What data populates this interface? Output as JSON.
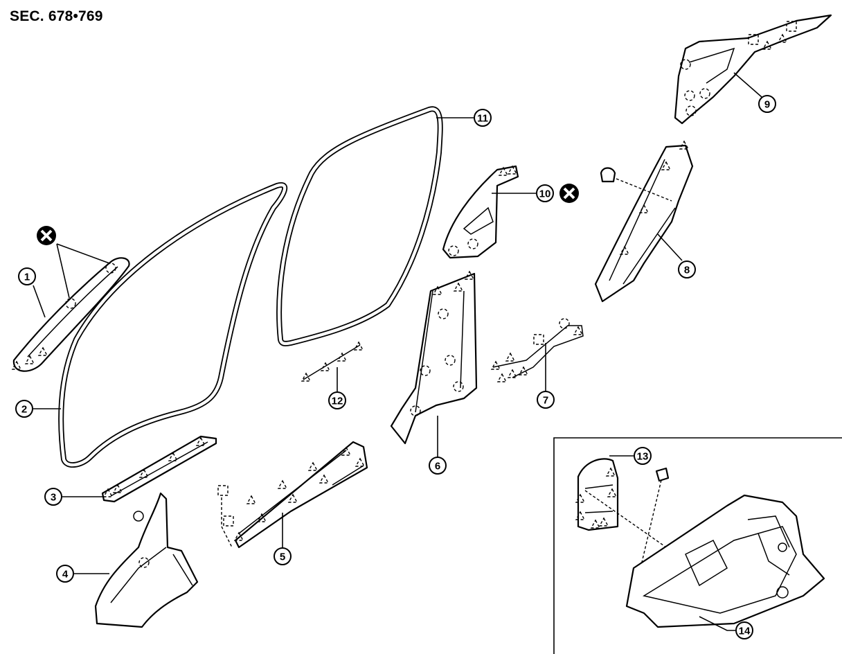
{
  "section_label": "SEC. 678•769",
  "callouts": [
    {
      "id": "1",
      "label": "1"
    },
    {
      "id": "2",
      "label": "2"
    },
    {
      "id": "3",
      "label": "3"
    },
    {
      "id": "4",
      "label": "4"
    },
    {
      "id": "5",
      "label": "5"
    },
    {
      "id": "6",
      "label": "6"
    },
    {
      "id": "7",
      "label": "7"
    },
    {
      "id": "8",
      "label": "8"
    },
    {
      "id": "9",
      "label": "9"
    },
    {
      "id": "10",
      "label": "10"
    },
    {
      "id": "11",
      "label": "11"
    },
    {
      "id": "12",
      "label": "12"
    },
    {
      "id": "13",
      "label": "13"
    },
    {
      "id": "14",
      "label": "14"
    }
  ],
  "icons": [
    "x-mark-icon",
    "triangle-clip-icon",
    "round-clip-icon",
    "square-clip-icon",
    "push-clip-icon"
  ]
}
